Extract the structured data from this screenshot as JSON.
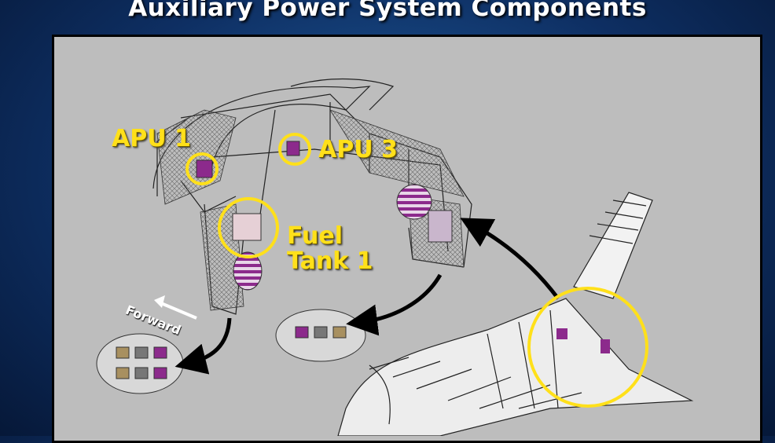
{
  "slide": {
    "title": "Auxiliary Power System Components"
  },
  "labels": {
    "apu1": "APU 1",
    "apu3": "APU 3",
    "fuel_tank_line1": "Fuel",
    "fuel_tank_line2": "Tank 1",
    "forward": "Forward"
  },
  "colors": {
    "callout": "#ffe01a",
    "component": "#8c2a8c",
    "panel": "#bdbdbd",
    "background": "#0e2f63"
  }
}
